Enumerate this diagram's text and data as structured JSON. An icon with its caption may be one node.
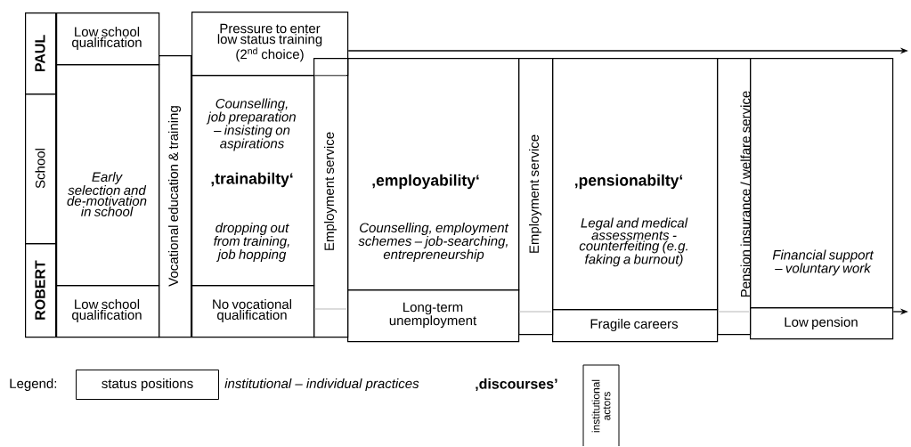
{
  "diagram": {
    "nodes": [
      {
        "text": [
          "PAUL"
        ]
      },
      {
        "text": [
          "School"
        ]
      },
      {
        "text": [
          "ROBERT"
        ]
      },
      {
        "text": [
          "Low school qualification"
        ]
      },
      {
        "text": [
          "Early selection and de-motivation in school"
        ]
      },
      {
        "text": [
          "Low school qualification"
        ]
      },
      {
        "text": [
          "Vocational education & training"
        ]
      },
      {
        "text": [
          "Pressure to enter low status training (2$^{nd}$ choice)"
        ]
      },
      {
        "text": [
          "Counselling, job preparation – insisting on aspirations",
          "‚trainabilty‘",
          "dropping out from training, job hopping"
        ]
      },
      {
        "text": [
          "No vocational qualification"
        ]
      },
      {
        "text": [
          "Employment service"
        ]
      },
      {
        "text": [
          "‚employability‘",
          "Counselling, employment schemes – job-searching, entrepreneurship"
        ]
      },
      {
        "text": [
          "Long-term unemployment"
        ]
      },
      {
        "text": [
          "Employment service"
        ]
      },
      {
        "text": [
          "‚pensionabilty‘",
          "Legal and medical assessments - counterfeiting (e.g. faking a burnout)"
        ]
      },
      {
        "text": [
          "Fragile careers"
        ]
      },
      {
        "text": [
          "Pension insurance / welfare service"
        ]
      },
      {
        "text": [
          "Financial support – voluntary work"
        ]
      },
      {
        "text": [
          "Low pension"
        ]
      }
    ],
    "edges": [
      {
        "from": 7,
        "to": null,
        "arrow": "to"
      },
      {
        "from": 18,
        "to": null,
        "arrow": "to"
      }
    ],
    "labels": [
      "Legend:"
    ],
    "legend": [
      {
        "text": "status positions"
      },
      {
        "text": "institutional – individual practices"
      },
      {
        "text": "‚discourses’"
      },
      {
        "text": "institutional actors"
      }
    ]
  }
}
